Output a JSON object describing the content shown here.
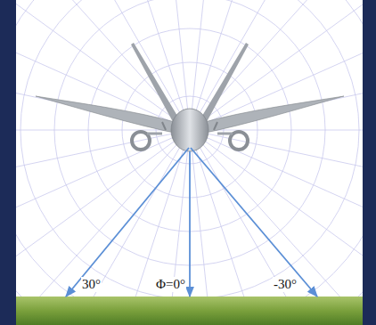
{
  "diagram": {
    "labels": [
      "30°",
      "Φ=0°",
      "-30°"
    ]
  }
}
